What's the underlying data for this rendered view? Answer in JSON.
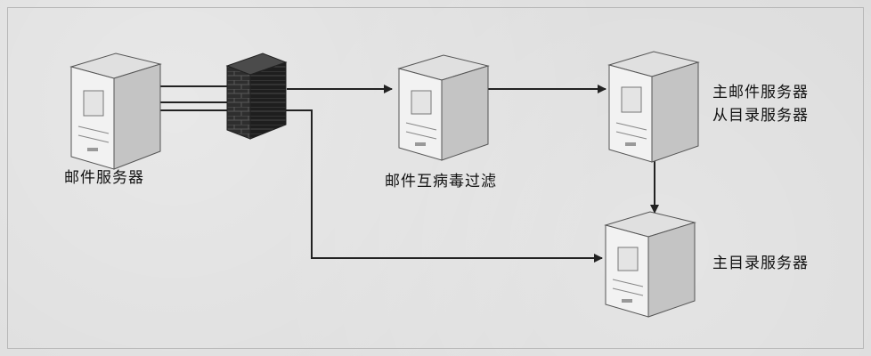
{
  "labels": {
    "mail_server": "邮件服务器",
    "antivirus": "邮件互病毒过滤",
    "primary_mail_line1": "主邮件服务器",
    "primary_mail_line2": "从目录服务器",
    "main_directory": "主目录服务器"
  },
  "icons": {
    "server": "server-tower-icon",
    "firewall": "brick-firewall-icon"
  },
  "colors": {
    "server_front": "#f1f1f1",
    "server_side": "#c9c9c9",
    "server_top": "#dedede",
    "firewall_brick": "#3a3a3a",
    "connector": "#222222"
  }
}
